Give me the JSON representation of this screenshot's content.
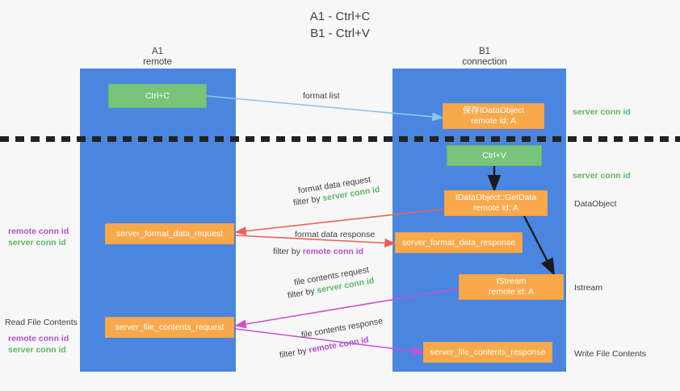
{
  "title": {
    "line1": "A1 - Ctrl+C",
    "line2": "B1 - Ctrl+V"
  },
  "lanes": [
    {
      "name": "A1",
      "sub": "remote"
    },
    {
      "name": "B1",
      "sub": "connection"
    }
  ],
  "nodes": {
    "ctrl_c": "Ctrl+C",
    "save_idataobject": {
      "line1": "保存IDataObject",
      "line2": "remote id: A"
    },
    "ctrl_v": "Ctrl+V",
    "getdata": {
      "line1": "IDataObject::GetData",
      "line2": "remote id: A"
    },
    "server_format_data_request": "server_format_data_request",
    "server_format_data_response": "server_format_data_response",
    "istream": {
      "line1": "IStream",
      "line2": "remote id: A"
    },
    "server_file_contents_request": "server_file_contents_request",
    "server_file_contents_response": "server_file_contents_response"
  },
  "edges": {
    "format_list": "format list",
    "format_data_request": "format data request",
    "format_data_request_filter_prefix": "filter by ",
    "format_data_request_filter_key": "server conn id",
    "format_data_response": "format data response",
    "format_data_response_filter_prefix": "filter by ",
    "format_data_response_filter_key": "remote conn id",
    "file_contents_request": "file contents request",
    "file_contents_request_filter_prefix": "filter by ",
    "file_contents_request_filter_key": "server conn id",
    "file_contents_response": "file contents response",
    "file_contents_response_filter_prefix": "filter by ",
    "file_contents_response_filter_key": "remote conn id"
  },
  "annotations": {
    "right_server_conn_id_top": "server conn id",
    "right_server_conn_id_mid": "server conn id",
    "right_dataobject": "DataObject",
    "right_istream": "Istream",
    "right_write_file_contents": "Write File Contents",
    "left_remote_conn_id_1": "remote conn id",
    "left_server_conn_id_1": "server conn id",
    "left_read_file_contents": "Read File Contents",
    "left_remote_conn_id_2": "remote conn id",
    "left_server_conn_id_2": "server conn id"
  },
  "colors": {
    "lane": "#4a86e0",
    "green_node": "#77c47a",
    "orange_node": "#f9a94b",
    "server_conn_id": "#5cb85f",
    "remote_conn_id": "#b44fd0",
    "arrow_blue": "#8ec5e8",
    "arrow_red": "#e8635a",
    "arrow_magenta": "#cc4fd0",
    "arrow_black": "#1a1a1a"
  }
}
